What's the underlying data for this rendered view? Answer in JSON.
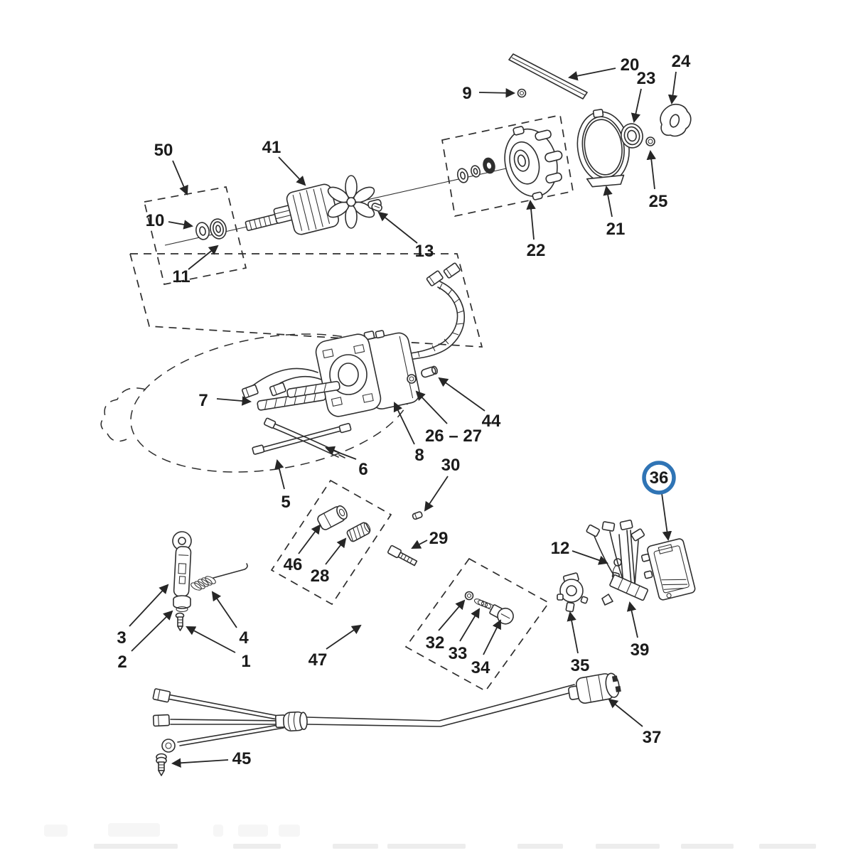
{
  "diagram": {
    "kind": "exploded-parts-diagram",
    "colors": {
      "line": "#2e2e2e",
      "background": "#ffffff",
      "highlight": "#2f74b5"
    },
    "highlighted_part": "36",
    "labels": [
      {
        "part": "50"
      },
      {
        "part": "10"
      },
      {
        "part": "11"
      },
      {
        "part": "41"
      },
      {
        "part": "13"
      },
      {
        "part": "9"
      },
      {
        "part": "20"
      },
      {
        "part": "23"
      },
      {
        "part": "24"
      },
      {
        "part": "25"
      },
      {
        "part": "21"
      },
      {
        "part": "22"
      },
      {
        "part": "7"
      },
      {
        "part": "8"
      },
      {
        "part": "26 – 27"
      },
      {
        "part": "44"
      },
      {
        "part": "6"
      },
      {
        "part": "5"
      },
      {
        "part": "30"
      },
      {
        "part": "29"
      },
      {
        "part": "46"
      },
      {
        "part": "28"
      },
      {
        "part": "47"
      },
      {
        "part": "32"
      },
      {
        "part": "33"
      },
      {
        "part": "34"
      },
      {
        "part": "12"
      },
      {
        "part": "35"
      },
      {
        "part": "36"
      },
      {
        "part": "39"
      },
      {
        "part": "37"
      },
      {
        "part": "45"
      },
      {
        "part": "3"
      },
      {
        "part": "2"
      },
      {
        "part": "1"
      },
      {
        "part": "4"
      }
    ]
  }
}
